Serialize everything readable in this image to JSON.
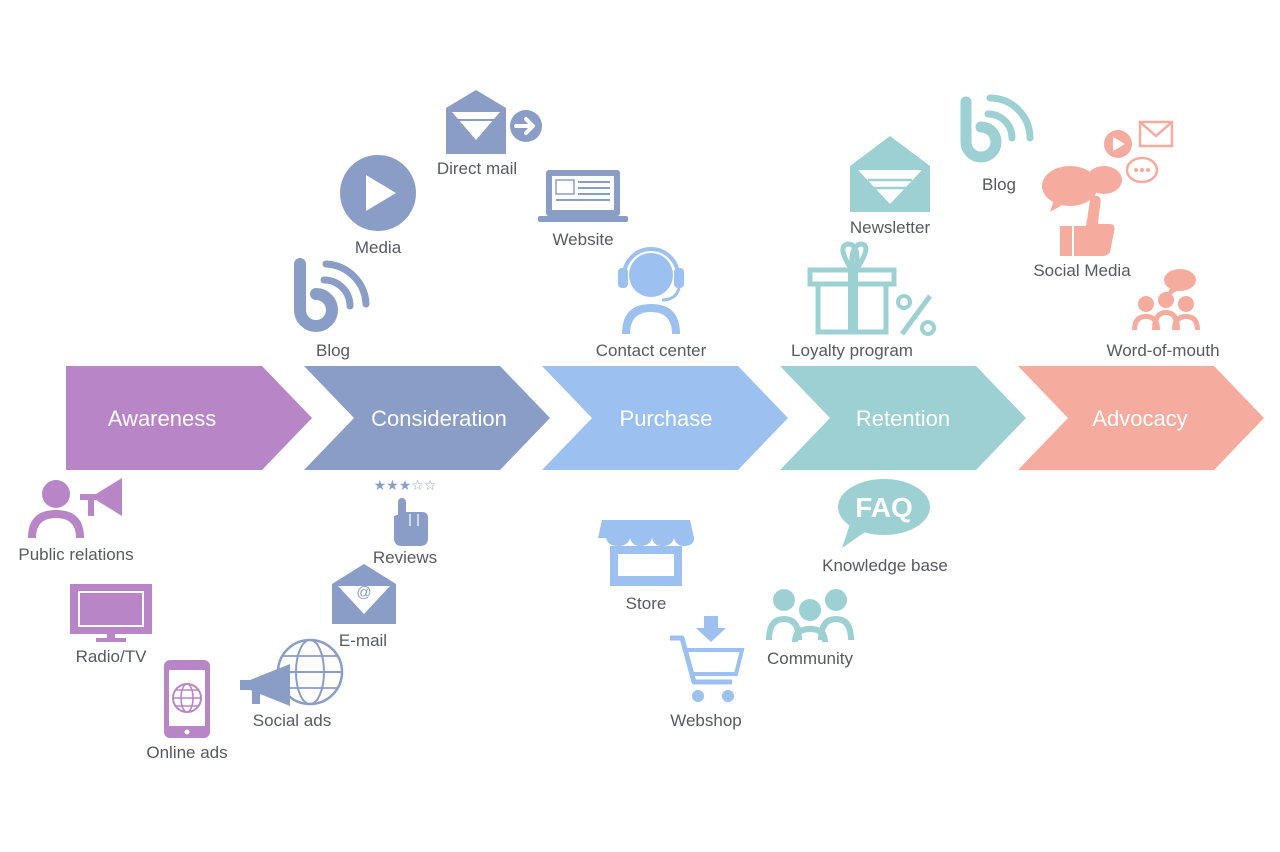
{
  "stages": [
    {
      "label": "Awareness",
      "color": "#b886c6"
    },
    {
      "label": "Consideration",
      "color": "#8a9dc6"
    },
    {
      "label": "Purchase",
      "color": "#9cc0ef"
    },
    {
      "label": "Retention",
      "color": "#9cd0d2"
    },
    {
      "label": "Advocacy",
      "color": "#f6ab9f"
    }
  ],
  "channels": {
    "awareness": {
      "public_relations": "Public relations",
      "radio_tv": "Radio/TV",
      "online_ads": "Online ads"
    },
    "consideration": {
      "blog": "Blog",
      "media": "Media",
      "direct_mail": "Direct mail",
      "website": "Website",
      "reviews": "Reviews",
      "email": "E-mail",
      "social_ads": "Social ads"
    },
    "purchase": {
      "contact_center": "Contact center",
      "store": "Store",
      "webshop": "Webshop"
    },
    "retention": {
      "newsletter": "Newsletter",
      "loyalty_program": "Loyalty program",
      "knowledge_base": "Knowledge base",
      "community": "Community",
      "faq_badge": "FAQ"
    },
    "advocacy": {
      "blog": "Blog",
      "social_media": "Social Media",
      "word_of_mouth": "Word-of-mouth"
    }
  },
  "icons": [
    "megaphone-person-icon",
    "tv-icon",
    "smartphone-globe-icon",
    "blog-icon",
    "play-icon",
    "envelope-arrow-icon",
    "laptop-icon",
    "star-rating-hand-icon",
    "email-envelope-icon",
    "megaphone-globe-icon",
    "headset-agent-icon",
    "storefront-icon",
    "shopping-cart-icon",
    "envelope-icon",
    "gift-percent-icon",
    "faq-bubble-icon",
    "people-group-icon",
    "social-bubbles-icon",
    "word-of-mouth-icon"
  ]
}
